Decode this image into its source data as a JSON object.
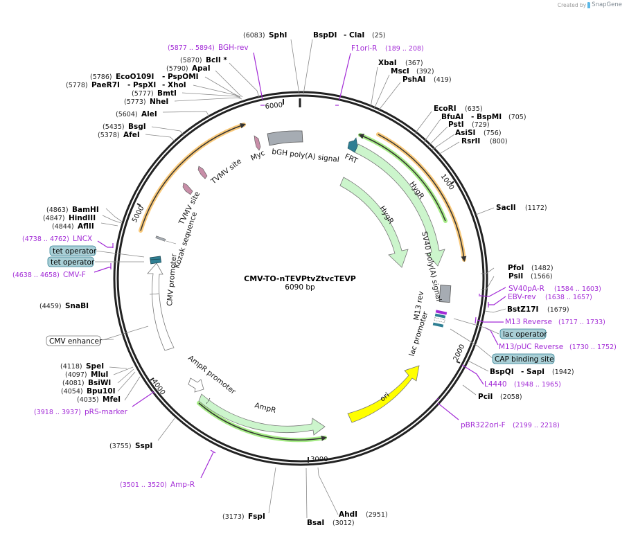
{
  "credit": {
    "prefix": "Created by",
    "brand": "SnapGene"
  },
  "plasmid": {
    "name": "CMV-TO-nTEVPtvZtvcTEVP",
    "length": "6090 bp"
  },
  "ticks": [
    "1000",
    "2000",
    "3000",
    "4000",
    "5000",
    "6000"
  ],
  "restriction_sites": [
    {
      "name": "SphI",
      "pos": "(6083)"
    },
    {
      "name": "BspDI",
      "name2": "- ClaI",
      "pos": "(25)"
    },
    {
      "name": "XbaI",
      "pos": "(367)"
    },
    {
      "name": "MscI",
      "pos": "(392)"
    },
    {
      "name": "PshAI",
      "pos": "(419)"
    },
    {
      "name": "EcoRI",
      "pos": "(635)"
    },
    {
      "name": "BfuAI",
      "name2": "- BspMI",
      "pos": "(705)"
    },
    {
      "name": "PstI",
      "pos": "(729)"
    },
    {
      "name": "AsiSI",
      "pos": "(756)"
    },
    {
      "name": "RsrII",
      "pos": "(800)"
    },
    {
      "name": "SacII",
      "pos": "(1172)"
    },
    {
      "name": "PfoI",
      "pos": "(1482)"
    },
    {
      "name": "PsiI",
      "pos": "(1566)"
    },
    {
      "name": "BstZ17I",
      "pos": "(1679)"
    },
    {
      "name": "BspQI",
      "name2": "- SapI",
      "pos": "(1942)"
    },
    {
      "name": "PciI",
      "pos": "(2058)"
    },
    {
      "name": "AhdI",
      "pos": "(2951)"
    },
    {
      "name": "BsaI",
      "pos": "(3012)"
    },
    {
      "name": "FspI",
      "pos": "(3173)"
    },
    {
      "name": "SspI",
      "pos": "(3755)"
    },
    {
      "name": "MfeI",
      "pos": "(4035)"
    },
    {
      "name": "Bpu10I",
      "pos": "(4054)"
    },
    {
      "name": "BsiWI",
      "pos": "(4081)"
    },
    {
      "name": "MluI",
      "pos": "(4097)"
    },
    {
      "name": "SpeI",
      "pos": "(4118)"
    },
    {
      "name": "SnaBI",
      "pos": "(4459)"
    },
    {
      "name": "AflII",
      "pos": "(4844)"
    },
    {
      "name": "HindIII",
      "pos": "(4847)"
    },
    {
      "name": "BamHI",
      "pos": "(4863)"
    },
    {
      "name": "AfeI",
      "pos": "(5378)"
    },
    {
      "name": "BsgI",
      "pos": "(5435)"
    },
    {
      "name": "AleI",
      "pos": "(5604)"
    },
    {
      "name": "NheI",
      "pos": "(5773)"
    },
    {
      "name": "BmtI",
      "pos": "(5777)"
    },
    {
      "name": "PaeR7I",
      "name2": "- PspXI",
      "name3": "- XhoI",
      "pos": "(5778)"
    },
    {
      "name": "EcoO109I",
      "name2": "- PspOMI",
      "pos": "(5786)"
    },
    {
      "name": "ApaI",
      "pos": "(5790)"
    },
    {
      "name": "BclI *",
      "pos": "(5870)"
    }
  ],
  "primers": [
    {
      "name": "BGH-rev",
      "range": "(5877 .. 5894)"
    },
    {
      "name": "F1ori-R",
      "range": "(189 .. 208)"
    },
    {
      "name": "SV40pA-R",
      "range": "(1584 .. 1603)"
    },
    {
      "name": "EBV-rev",
      "range": "(1638 .. 1657)"
    },
    {
      "name": "M13 Reverse",
      "range": "(1717 .. 1733)"
    },
    {
      "name": "M13/pUC Reverse",
      "range": "(1730 .. 1752)"
    },
    {
      "name": "L4440",
      "range": "(1948 .. 1965)"
    },
    {
      "name": "pBR322ori-F",
      "range": "(2199 .. 2218)"
    },
    {
      "name": "Amp-R",
      "range": "(3501 .. 3520)"
    },
    {
      "name": "pRS-marker",
      "range": "(3918 .. 3937)"
    },
    {
      "name": "CMV-F",
      "range": "(4638 .. 4658)"
    },
    {
      "name": "LNCX",
      "range": "(4738 .. 4762)"
    }
  ],
  "boxed_features": [
    {
      "name": "lac operator"
    },
    {
      "name": "CAP binding site"
    },
    {
      "name": "tet operator"
    },
    {
      "name": "tet operator"
    },
    {
      "name": "CMV enhancer"
    }
  ],
  "features": [
    {
      "name": "HygR",
      "color": "#ccf5cc"
    },
    {
      "name": "HygR",
      "color": "#ccf5cc"
    },
    {
      "name": "SV40 poly(A) signal",
      "color": "#a6acb3"
    },
    {
      "name": "M13 rev",
      "color": "#a22ad6"
    },
    {
      "name": "lac promoter",
      "color": "#2f7f93"
    },
    {
      "name": "ori",
      "color": "#ffff00"
    },
    {
      "name": "AmpR",
      "color": "#ccf5cc"
    },
    {
      "name": "AmpR promoter",
      "color": "#ffffff"
    },
    {
      "name": "CMV promoter",
      "color": "#ffffff"
    },
    {
      "name": "Kozak sequence",
      "color": "#a6acb3"
    },
    {
      "name": "TVMV site",
      "color": "#c88ea8"
    },
    {
      "name": "TVMV site",
      "color": "#c88ea8"
    },
    {
      "name": "Myc",
      "color": "#c88ea8"
    },
    {
      "name": "bGH poly(A) signal",
      "color": "#a6acb3"
    },
    {
      "name": "FRT",
      "color": "#2f7f93"
    }
  ],
  "colors": {
    "primer": "#a22ad6",
    "orf_orange": "#f9c97a",
    "orf_green": "#a6ec86",
    "backbone": "#222222"
  }
}
